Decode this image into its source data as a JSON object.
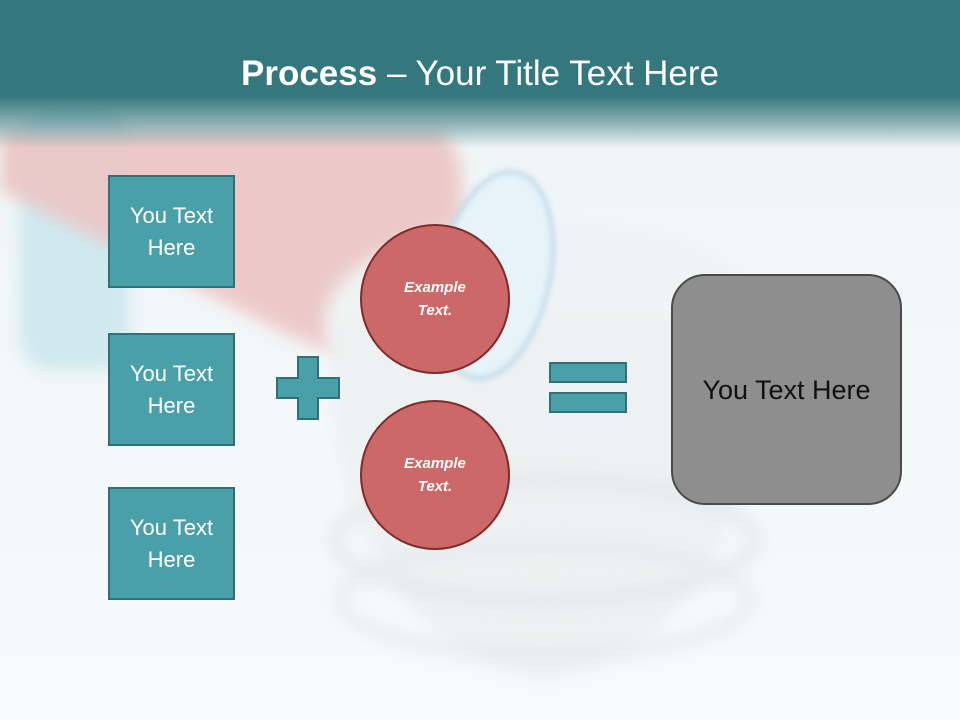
{
  "title": {
    "bold": "Process",
    "rest": " – Your Title Text Here"
  },
  "boxes": [
    {
      "label": "You Text Here"
    },
    {
      "label": "You Text Here"
    },
    {
      "label": "You Text Here"
    }
  ],
  "circles": [
    {
      "label": "Example Text."
    },
    {
      "label": "Example Text."
    }
  ],
  "operators": {
    "plus_icon": "plus-icon",
    "equals_icon": "equals-icon"
  },
  "result": {
    "label": "You Text Here"
  },
  "colors": {
    "header": "#34777d",
    "teal_box": "#4aa0a8",
    "circle_red": "#cd6868",
    "result_gray": "#8e8e8e"
  }
}
